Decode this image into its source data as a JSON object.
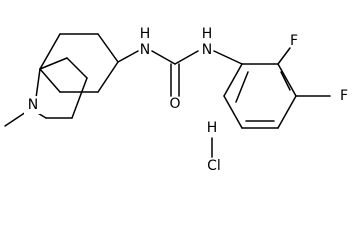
{
  "molecule": {
    "atoms": {
      "n_amine": "N",
      "nh_left": "N",
      "h_left": "H",
      "nh_right": "N",
      "h_right": "H",
      "o_carbonyl": "O",
      "f_top": "F",
      "f_right": "F",
      "h_hcl": "H",
      "cl_hcl": "Cl"
    }
  }
}
